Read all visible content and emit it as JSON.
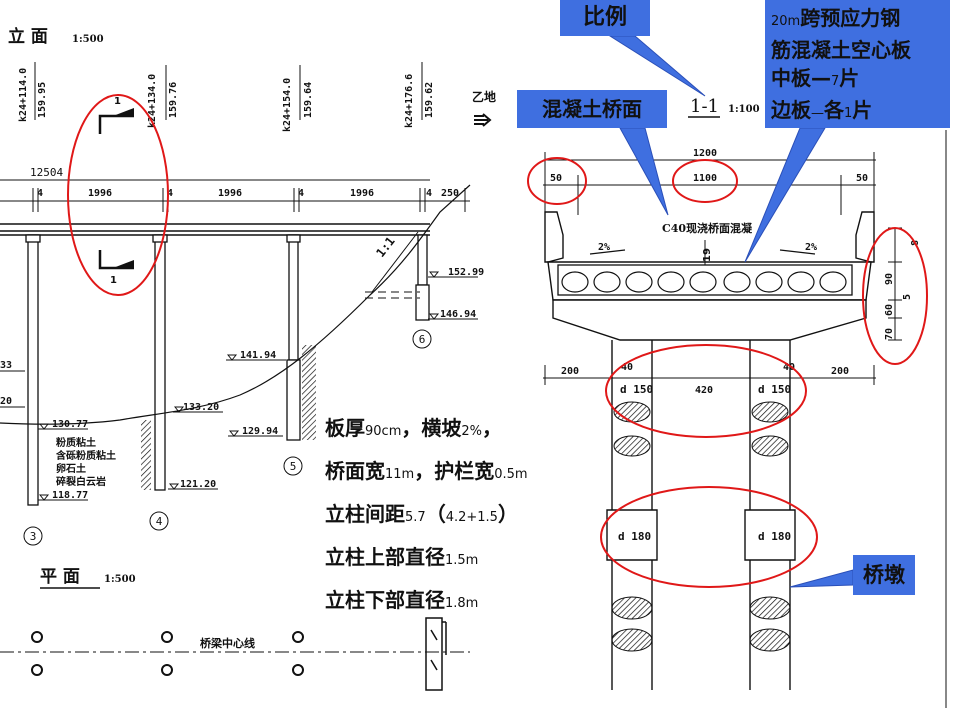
{
  "elevation": {
    "title": "立 面",
    "scale": "1:500",
    "stations": [
      {
        "km": "k24+114.0",
        "elev": "159.95"
      },
      {
        "km": "k24+134.0",
        "elev": "159.76"
      },
      {
        "km": "k24+154.0",
        "elev": "159.64"
      },
      {
        "km": "k24+176.6",
        "elev": "159.62"
      }
    ],
    "direction_label": "乙地",
    "total_length": "12504",
    "spans": [
      "4",
      "1996",
      "4",
      "1996",
      "4",
      "1996",
      "4",
      "250"
    ],
    "slope_label": "1:1",
    "section_marks": [
      "1",
      "1"
    ],
    "left_levels": [
      "33",
      "20"
    ],
    "elevations": [
      "152.99",
      "146.94",
      "141.94",
      "133.20",
      "130.77",
      "129.94",
      "121.20",
      "118.77"
    ],
    "soil_layers": [
      "粉质粘土",
      "含砾粉质粘土",
      "卵石土",
      "碎裂白云岩"
    ],
    "pier_numbers": [
      "3",
      "4",
      "5",
      "6"
    ]
  },
  "plan": {
    "title": "平 面",
    "scale": "1:500",
    "centerline_label": "桥梁中心线"
  },
  "cross_section": {
    "title": "1-1",
    "scale": "1:100",
    "top_width": "1200",
    "deck_width": "1100",
    "rail_width_left": "50",
    "rail_width_right": "50",
    "pavement_label": "C40现浇桥面混凝",
    "slope_left": "2%",
    "slope_right": "2%",
    "center_mark": "19",
    "right_dims": [
      "8",
      "90",
      "5",
      "60",
      "70"
    ],
    "bottom_dims": [
      "200",
      "40",
      "420",
      "40",
      "200"
    ],
    "column_upper": [
      "d 150",
      "d 150"
    ],
    "column_lower": [
      "d 180",
      "d 180"
    ]
  },
  "callouts": {
    "scale_label": "比例",
    "deck_label": "混凝土桥面",
    "slab_prefix": "20m",
    "slab_line1": "跨预应力钢",
    "slab_line2": "筋混凝土空心板",
    "slab_line3a": "中板—",
    "slab_line3b": "7",
    "slab_line3c": "片",
    "slab_line4a": "边板",
    "slab_line4b": "—",
    "slab_line4c": "各",
    "slab_line4d": "1",
    "slab_line4e": "片",
    "pier_label": "桥墩"
  },
  "notes": [
    {
      "a": "板厚",
      "b": "90cm",
      "c": "，横坡",
      "d": "2%",
      "e": "，"
    },
    {
      "a": "桥面宽",
      "b": "11m",
      "c": "，护栏宽",
      "d": "0.5m",
      "e": ""
    },
    {
      "a": "立柱间距",
      "b": "5.7",
      "c": "（",
      "d": "4.2+1.5",
      "e": "）"
    },
    {
      "a": "立柱上部直径",
      "b": "1.5m",
      "c": "",
      "d": "",
      "e": ""
    },
    {
      "a": "立柱下部直径",
      "b": "1.8m",
      "c": "",
      "d": "",
      "e": ""
    }
  ],
  "colors": {
    "callout_fill": "#3f6fe0",
    "highlight": "#e01818",
    "ink": "#111111"
  }
}
